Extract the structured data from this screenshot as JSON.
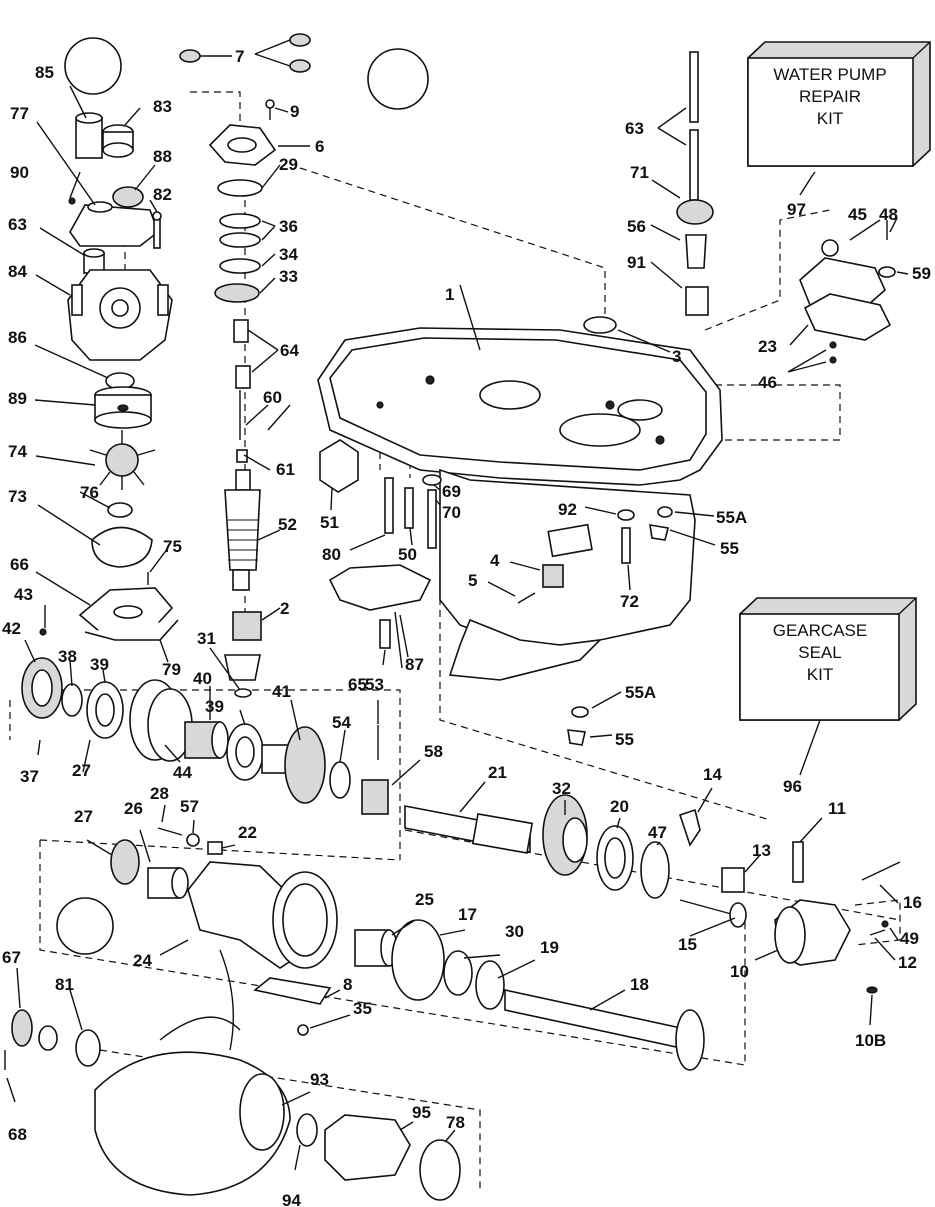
{
  "kits": {
    "water_pump": [
      "WATER PUMP",
      "REPAIR",
      "KIT"
    ],
    "gearcase_seal": [
      "GEARCASE",
      "SEAL",
      "KIT"
    ]
  },
  "labels": [
    "1",
    "2",
    "3",
    "4",
    "5",
    "6",
    "7",
    "8",
    "9",
    "10",
    "10B",
    "11",
    "12",
    "13",
    "14",
    "15",
    "16",
    "17",
    "18",
    "19",
    "20",
    "21",
    "22",
    "23",
    "24",
    "25",
    "26",
    "27",
    "27",
    "28",
    "29",
    "30",
    "31",
    "32",
    "33",
    "34",
    "35",
    "36",
    "37",
    "38",
    "39",
    "39",
    "40",
    "41",
    "42",
    "43",
    "44",
    "45",
    "46",
    "47",
    "48",
    "49",
    "50",
    "51",
    "52",
    "53",
    "54",
    "55",
    "55",
    "55A",
    "55A",
    "56",
    "57",
    "58",
    "59",
    "60",
    "61",
    "63",
    "63",
    "64",
    "65",
    "66",
    "67",
    "68",
    "69",
    "70",
    "71",
    "72",
    "73",
    "74",
    "75",
    "76",
    "77",
    "78",
    "79",
    "80",
    "81",
    "82",
    "83",
    "84",
    "85",
    "86",
    "87",
    "88",
    "89",
    "90",
    "91",
    "92",
    "93",
    "94",
    "95",
    "96",
    "97"
  ]
}
